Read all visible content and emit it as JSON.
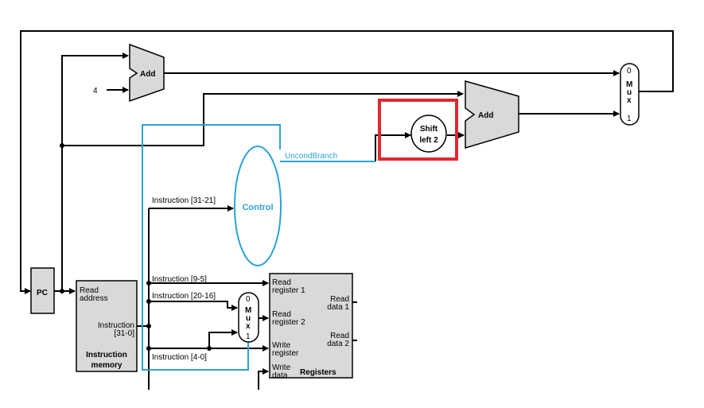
{
  "blocks": {
    "pc": "PC",
    "add_top": "Add",
    "add_branch": "Add",
    "shift": {
      "line1": "Shift",
      "line2": "left 2"
    },
    "control": "Control",
    "mux_top": {
      "zero": "0",
      "m": "M",
      "u": "u",
      "x": "x",
      "one": "1"
    },
    "mux_reg": {
      "zero": "0",
      "m": "M",
      "u": "u",
      "x": "x",
      "one": "1"
    },
    "instruction_memory": {
      "read_address_1": "Read",
      "read_address_2": "address",
      "instruction_1": "Instruction",
      "instruction_2": "[31-0]",
      "title_1": "Instruction",
      "title_2": "memory"
    },
    "registers": {
      "read_register_1a": "Read",
      "read_register_1b": "register 1",
      "read_register_2a": "Read",
      "read_register_2b": "register 2",
      "write_register_a": "Write",
      "write_register_b": "register",
      "write_data_a": "Write",
      "write_data_b": "data",
      "read_data_1a": "Read",
      "read_data_1b": "data 1",
      "read_data_2a": "Read",
      "read_data_2b": "data 2",
      "title": "Registers"
    }
  },
  "signals": {
    "constant_four": "4",
    "uncond_branch": "UncondBranch",
    "instr_31_21": "Instruction [31-21]",
    "instr_9_5": "Instruction [9-5]",
    "instr_20_16": "Instruction [20-16]",
    "instr_4_0": "Instruction [4-0]"
  },
  "colors": {
    "control_signal": "#29a3d6",
    "highlight": "#e0282e",
    "block_fill": "#d9d9d9"
  }
}
